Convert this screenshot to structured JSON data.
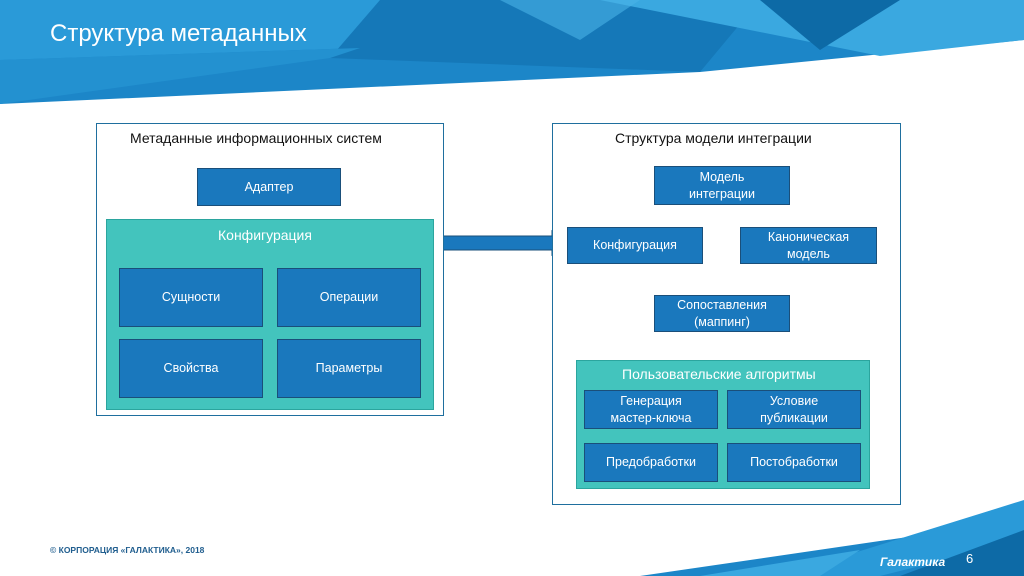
{
  "page": {
    "title": "Структура метаданных",
    "page_number": "6"
  },
  "footer": {
    "copyright": "© КОРПОРАЦИЯ «ГАЛАКТИКА», 2018",
    "logo_text": "Галактика"
  },
  "left_panel": {
    "title": "Метаданные информационных систем",
    "adapter": "Адаптер",
    "config": {
      "title": "Конфигурация",
      "entities": "Сущности",
      "operations": "Операции",
      "properties": "Свойства",
      "parameters": "Параметры"
    }
  },
  "right_panel": {
    "title": "Структура модели интеграции",
    "model_line1": "Модель",
    "model_line2": "интеграции",
    "config": "Конфигурация",
    "canonical_line1": "Каноническая",
    "canonical_line2": "модель",
    "mapping_line1": "Сопоставления",
    "mapping_line2": "(маппинг)",
    "user_algorithms": {
      "title": "Пользовательские алгоритмы",
      "master_key_line1": "Генерация",
      "master_key_line2": "мастер-ключа",
      "publish_line1": "Условие",
      "publish_line2": "публикации",
      "preprocessing": "Предобработки",
      "postprocessing": "Постобработки"
    }
  },
  "colors": {
    "primary_blue": "#1a78bd",
    "teal": "#43c4bd",
    "border": "#1f6f9e"
  }
}
